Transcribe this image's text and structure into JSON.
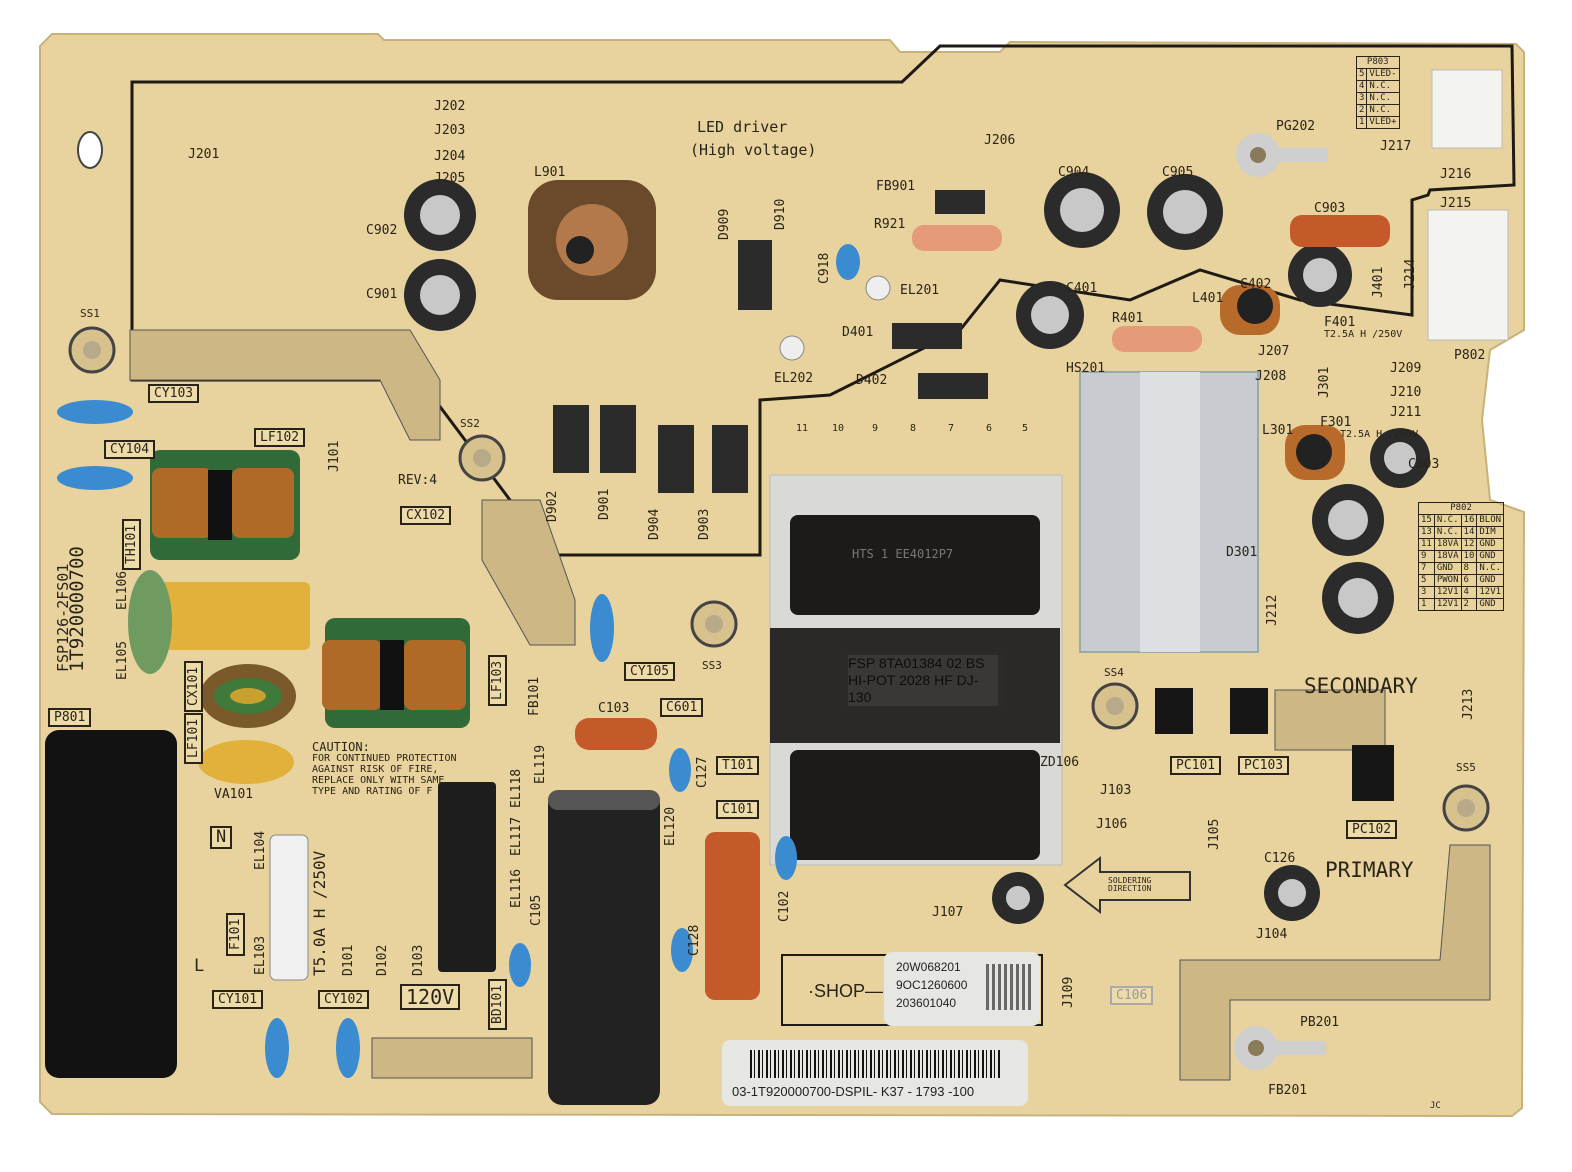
{
  "board": {
    "title": "LED driver",
    "subtitle": "(High voltage)",
    "model": "FSP126-2FS01",
    "part_number": "1T920000700",
    "rev": "REV:4",
    "secondary": "SECONDARY",
    "primary": "PRIMARY",
    "voltage_badge": "120V",
    "shop": "·SHOP—",
    "soldering": "SOLDERING DIRECTION",
    "jc": "JC",
    "colors": {
      "pcb": "#e8d39f",
      "silk": "#2a2418",
      "outline": "#1e1a14"
    }
  },
  "caution": {
    "title": "CAUTION:",
    "lines": [
      "FOR CONTINUED PROTECTION",
      "AGAINST RISK OF FIRE,",
      "REPLACE ONLY WITH SAME",
      "TYPE AND RATING OF F"
    ]
  },
  "transformer": {
    "top": "HTS 1 EE4012P7",
    "line1": "FSP 8TA01384 02 BS",
    "line2": "HI-POT 2028 HF DJ-130"
  },
  "sticker_small": {
    "lines": [
      "20W068201",
      "9OC1260600",
      "203601040"
    ]
  },
  "sticker_barcode": {
    "text": "03-1T920000700-DSPIL- K37 - 1793 -100"
  },
  "p803": {
    "title": "P803",
    "rows": [
      [
        "5",
        "VLED-"
      ],
      [
        "4",
        "N.C."
      ],
      [
        "3",
        "N.C."
      ],
      [
        "2",
        "N.C."
      ],
      [
        "1",
        "VLED+"
      ]
    ]
  },
  "p802": {
    "title": "P802",
    "rows": [
      [
        "15",
        "N.C.",
        "16",
        "BLON"
      ],
      [
        "13",
        "N.C.",
        "14",
        "DIM"
      ],
      [
        "11",
        "18VA",
        "12",
        "GND"
      ],
      [
        "9",
        "18VA",
        "10",
        "GND"
      ],
      [
        "7",
        "GND",
        "8",
        "N.C."
      ],
      [
        "5",
        "PWON",
        "6",
        "GND"
      ],
      [
        "3",
        "12V1",
        "4",
        "12V1"
      ],
      [
        "1",
        "12V1",
        "2",
        "GND"
      ]
    ]
  },
  "labels": {
    "J201": "J201",
    "J202": "J202",
    "J203": "J203",
    "J204": "J204",
    "J205": "J205",
    "J206": "J206",
    "J207": "J207",
    "J208": "J208",
    "J209": "J209",
    "J210": "J210",
    "J211": "J211",
    "J212": "J212",
    "J213": "J213",
    "J214": "J214",
    "J215": "J215",
    "J216": "J216",
    "J217": "J217",
    "J101": "J101",
    "J103": "J103",
    "J104": "J104",
    "J105": "J105",
    "J106": "J106",
    "J107": "J107",
    "J109": "J109",
    "J301": "J301",
    "J401": "J401",
    "L901": "L901",
    "C902": "C902",
    "C901": "C901",
    "C904": "C904",
    "C905": "C905",
    "C903": "C903",
    "C918": "C918",
    "FB901": "FB901",
    "R921": "R921",
    "D909": "D909",
    "D910": "D910",
    "EL201": "EL201",
    "EL202": "EL202",
    "PG202": "PG202",
    "P802": "P802",
    "F401": "F401",
    "F401_rating": "T2.5A H /250V",
    "L401": "L401",
    "C402": "C402",
    "C401": "C401",
    "R401": "R401",
    "D401": "D401",
    "D402": "D402",
    "HS201": "HS201",
    "L301": "L301",
    "F301": "F301",
    "F301_rating": "T2.5A H /250V",
    "C303": "C303",
    "D301": "D301",
    "SS1": "SS1",
    "SS2": "SS2",
    "SS3": "SS3",
    "SS4": "SS4",
    "SS5": "SS5",
    "CY103": "CY103",
    "CY104": "CY104",
    "LF102": "LF102",
    "TH101": "TH101",
    "CX102": "CX102",
    "D902": "D902",
    "D901": "D901",
    "D904": "D904",
    "D903": "D903",
    "EL105": "EL105",
    "EL106": "EL106",
    "CX101": "CX101",
    "LF103": "LF103",
    "FB101": "FB101",
    "CY105": "CY105",
    "P801": "P801",
    "LF101": "LF101",
    "VA101": "VA101",
    "C103": "C103",
    "C601": "C601",
    "EL119": "EL119",
    "EL118": "EL118",
    "EL117": "EL117",
    "EL116": "EL116",
    "EL120": "EL120",
    "C127": "C127",
    "T101": "T101",
    "C101": "C101",
    "C102": "C102",
    "C128": "C128",
    "C105": "C105",
    "BD101": "BD101",
    "D103": "D103",
    "D101": "D101",
    "D102": "D102",
    "F101": "F101",
    "F101_rating": "T5.0A H /250V",
    "EL104": "EL104",
    "EL103": "EL103",
    "CY101": "CY101",
    "CY102": "CY102",
    "N": "N",
    "L": "L",
    "ZD106": "ZD106",
    "PC101": "PC101",
    "PC103": "PC103",
    "PC102": "PC102",
    "C126": "C126",
    "PB201": "PB201",
    "FB201": "FB201",
    "C106": "C106",
    "pin11": "11",
    "pin10": "10",
    "pin9": "9",
    "pin8": "8",
    "pin7": "7",
    "pin6": "6",
    "pin5": "5"
  }
}
